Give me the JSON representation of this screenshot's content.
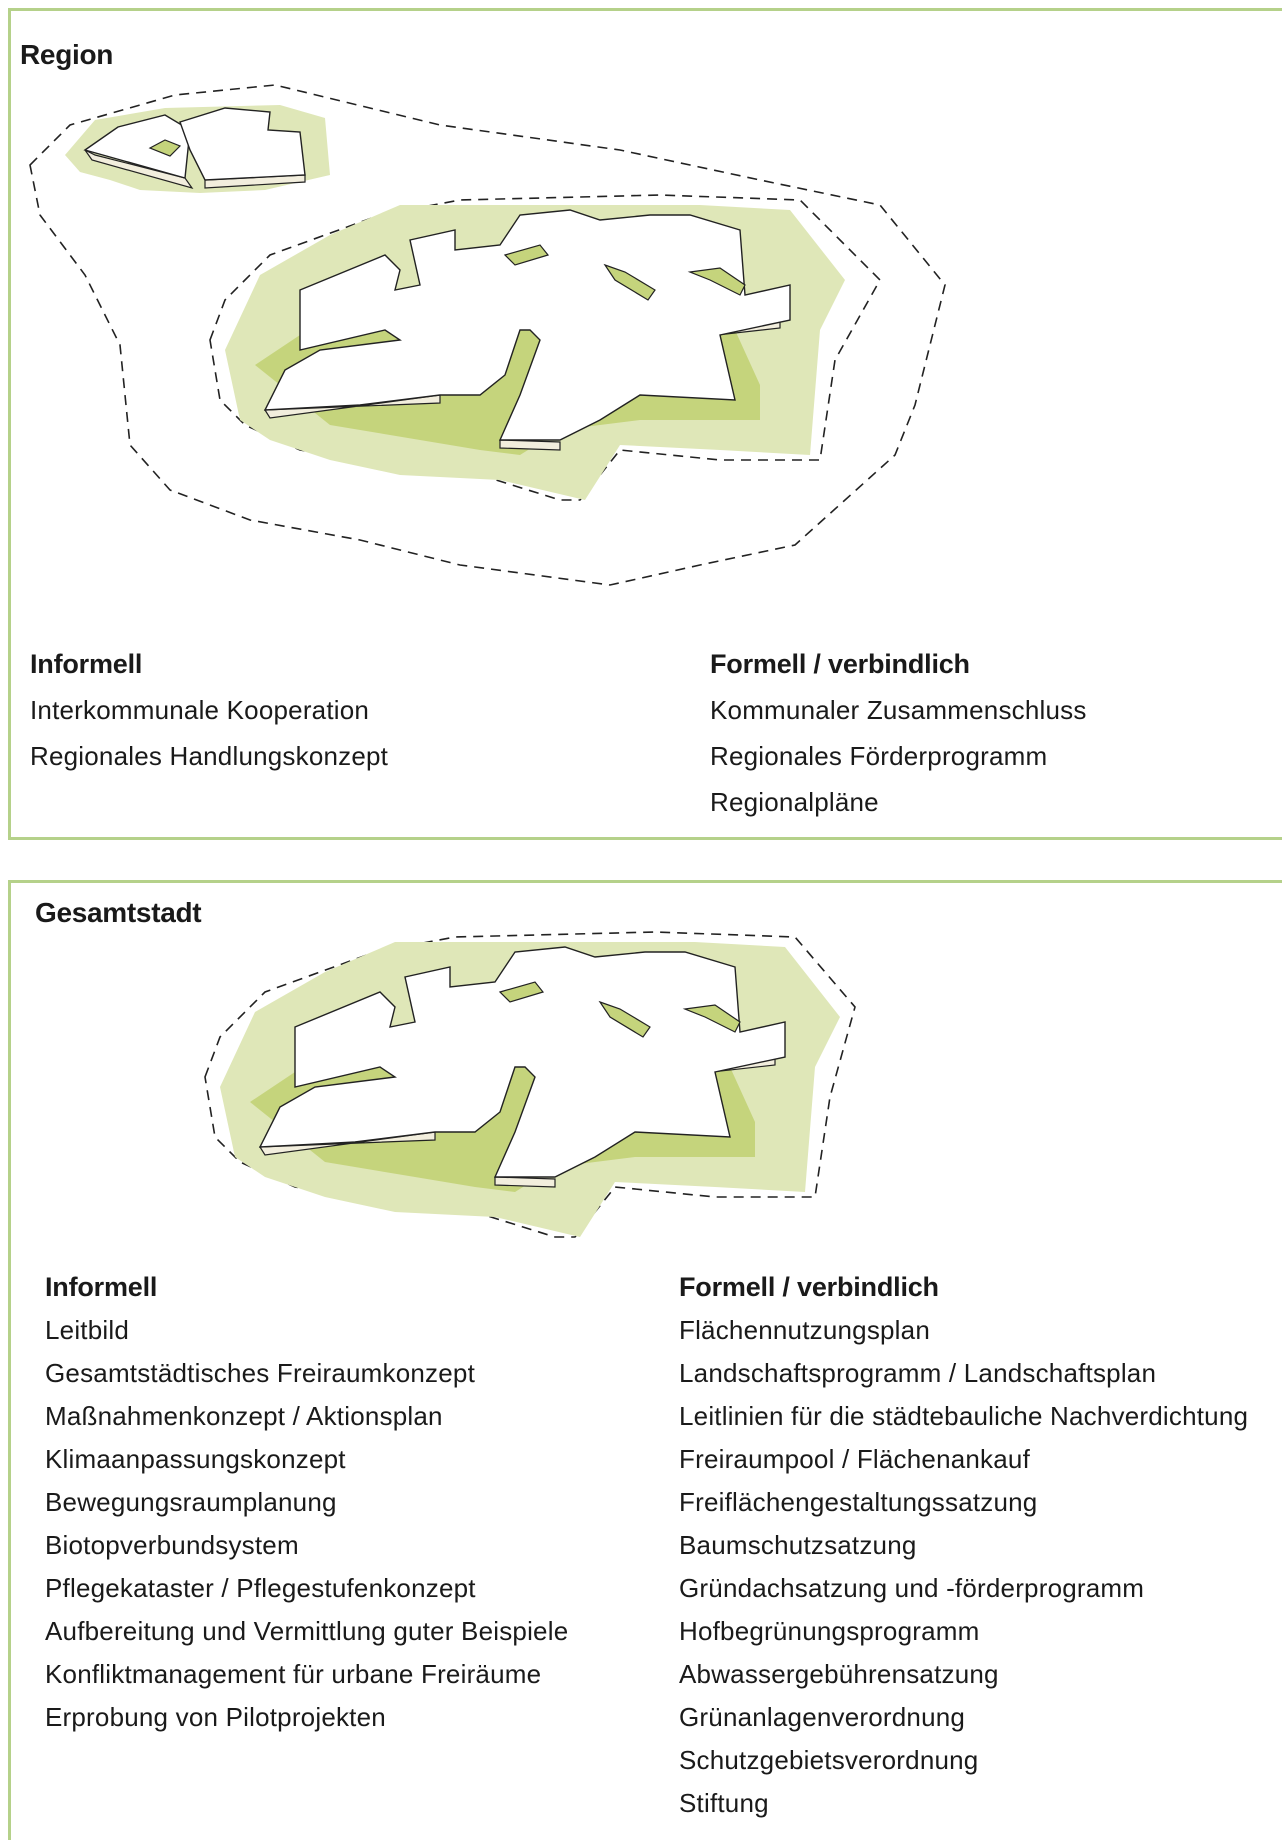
{
  "colors": {
    "frame": "#b5d18a",
    "buffer_light": "#dfe7b8",
    "buffer_dark": "#c5d47c",
    "platform_top": "#ffffff",
    "platform_side": "#f2eedd"
  },
  "region": {
    "title": "Region",
    "informal": {
      "heading": "Informell",
      "items": [
        "Interkommunale Kooperation",
        "Regionales Handlungskonzept"
      ]
    },
    "formal": {
      "heading": "Formell / verbindlich",
      "items": [
        "Kommunaler Zusammenschluss",
        "Regionales Förderprogramm",
        "Regionalpläne"
      ]
    }
  },
  "city": {
    "title": "Gesamtstadt",
    "informal": {
      "heading": "Informell",
      "items": [
        "Leitbild",
        "Gesamtstädtisches Freiraumkonzept",
        "Maßnahmenkonzept / Aktionsplan",
        "Klimaanpassungskonzept",
        "Bewegungsraumplanung",
        "Biotopverbundsystem",
        "Pflegekataster / Pflegestufenkonzept",
        "Aufbereitung und Vermittlung guter Beispiele",
        "Konfliktmanagement für urbane Freiräume",
        "Erprobung von Pilotprojekten"
      ]
    },
    "formal": {
      "heading": "Formell / verbindlich",
      "items": [
        "Flächennutzungsplan",
        "Landschaftsprogramm / Landschaftsplan",
        "Leitlinien für die städtebauliche Nachverdichtung",
        "Freiraumpool / Flächenankauf",
        "Freiflächengestaltungssatzung",
        "Baumschutzsatzung",
        "Gründachsatzung und -förderprogramm",
        "Hofbegrünungsprogramm",
        "Abwassergebührensatzung",
        "Grünanlagenverordnung",
        "Schutzgebietsverordnung",
        "Stiftung"
      ]
    }
  }
}
